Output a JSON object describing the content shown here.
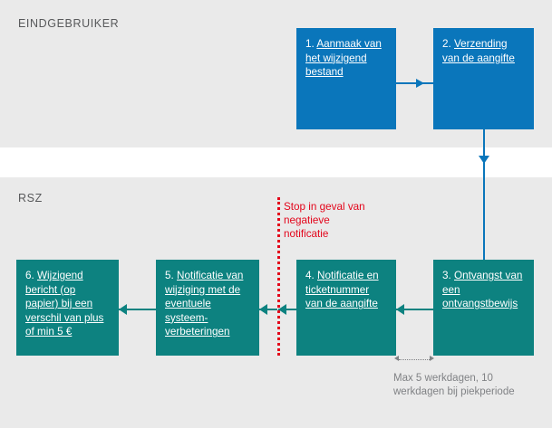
{
  "lanes": {
    "top": {
      "title": "EINDGEBRUIKER"
    },
    "bottom": {
      "title": "RSZ"
    }
  },
  "boxes": [
    {
      "id": "box1",
      "color": "#0a76bb",
      "number": "1.",
      "link_text": "Aanmaak van het wijzigend bestand",
      "lane": "EINDGEBRUIKER"
    },
    {
      "id": "box2",
      "color": "#0a76bb",
      "number": "2.",
      "link_text": "Verzending van de aangifte",
      "lane": "EINDGEBRUIKER"
    },
    {
      "id": "box3",
      "color": "#0d8280",
      "number": "3.",
      "link_text": "Ontvangst van een ontvangstbewijs",
      "lane": "RSZ"
    },
    {
      "id": "box4",
      "color": "#0d8280",
      "number": "4.",
      "link_text": "Notificatie en ticketnummer van de aangifte",
      "lane": "RSZ"
    },
    {
      "id": "box5",
      "color": "#0d8280",
      "number": "5.",
      "link_text": "Notificatie van wijziging met de eventuele systeem-verbeteringen",
      "lane": "RSZ"
    },
    {
      "id": "box6",
      "color": "#0d8280",
      "number": "6.",
      "link_text": "Wijzigend bericht (op papier) bij een verschil van plus of min 5 €",
      "lane": "RSZ"
    }
  ],
  "annotations": {
    "stop_note": {
      "text": "Stop in geval van negatieve notificatie",
      "color": "#e3051b"
    },
    "duration_note": {
      "text": "Max 5 werkdagen, 10 werkdagen bij piekperiode",
      "color": "#808285"
    }
  },
  "colors": {
    "band": "#eaeaea",
    "blue": "#0a76bb",
    "teal": "#0d8280",
    "red": "#e3051b",
    "gray_text": "#58595b",
    "page": "#ffffff"
  }
}
